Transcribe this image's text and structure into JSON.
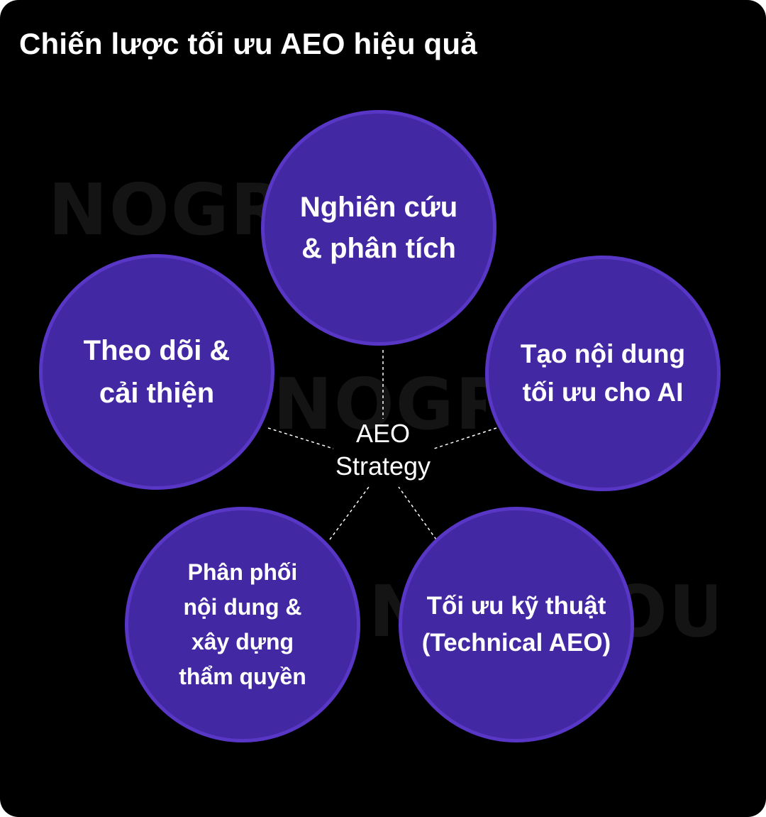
{
  "title": "Chiến lược tối ưu AEO hiệu quả",
  "watermark": "NOGROUP",
  "center": {
    "label": "AEO\nStrategy"
  },
  "nodes": [
    {
      "id": "research",
      "label": "Nghiên cứu\n& phân tích"
    },
    {
      "id": "content",
      "label": "Tạo nội dung\ntối ưu cho AI"
    },
    {
      "id": "technical",
      "label": "Tối ưu kỹ thuật\n(Technical AEO)"
    },
    {
      "id": "distribution",
      "label": "Phân phối\nnội dung &\nxây dựng\nthẩm quyền"
    },
    {
      "id": "monitor",
      "label": "Theo dõi &\ncải thiện"
    }
  ],
  "colors": {
    "background": "#000000",
    "circle_fill": "#4328a3",
    "circle_border": "#5836c6",
    "text": "#ffffff",
    "connector": "#ffffff",
    "watermark": "#141414"
  }
}
